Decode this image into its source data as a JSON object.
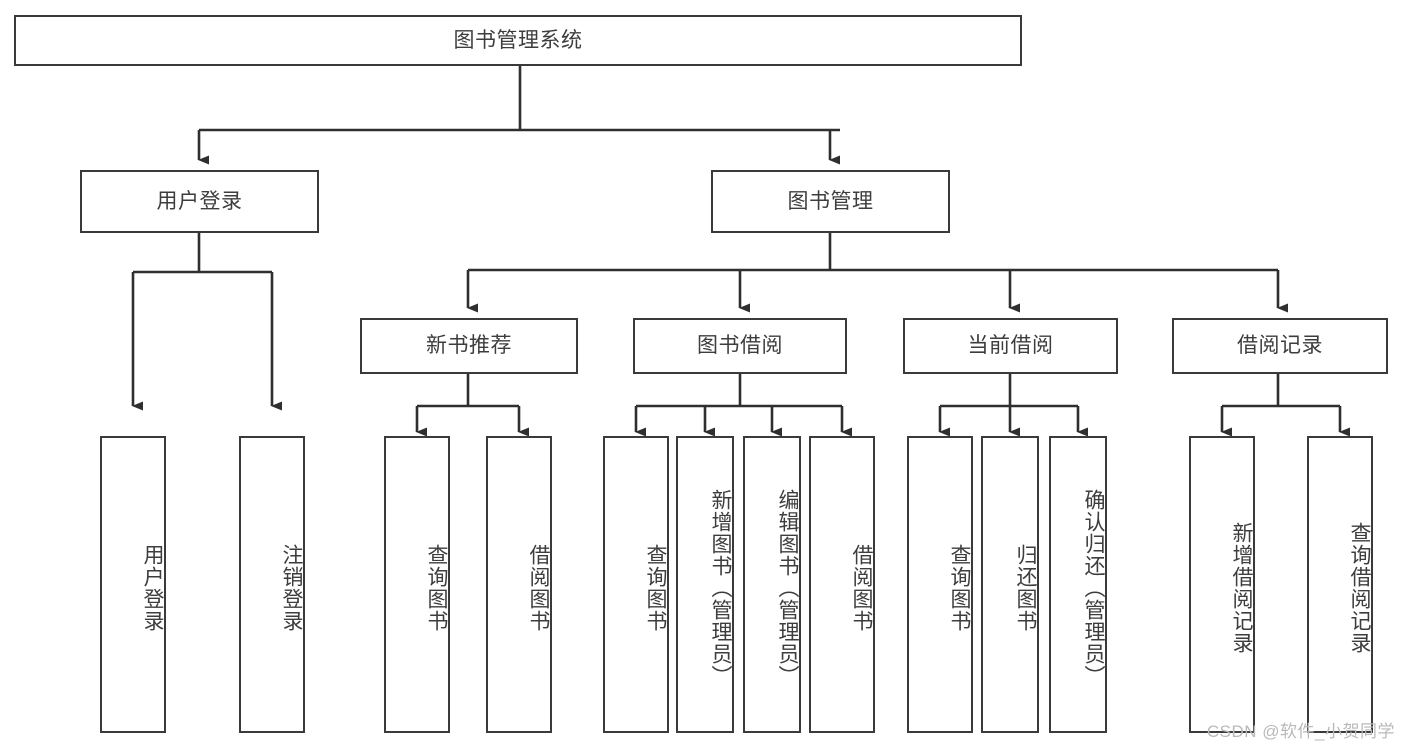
{
  "diagram": {
    "title": "图书管理系统",
    "watermark": "CSDN @软件_小贺同学",
    "colors": {
      "box_border": "#3a3a3a",
      "box_fill": "#ffffff",
      "connector": "#2f2f2f",
      "text": "#3d3d3d",
      "watermark": "#b9b9b9",
      "background": "#ffffff"
    },
    "root": {
      "label": "图书管理系统"
    },
    "level1": [
      {
        "label": "用户登录"
      },
      {
        "label": "图书管理"
      }
    ],
    "level2": [
      {
        "label": "新书推荐"
      },
      {
        "label": "图书借阅"
      },
      {
        "label": "当前借阅"
      },
      {
        "label": "借阅记录"
      }
    ],
    "leaves": {
      "user_login": [
        {
          "label": "用户登录"
        },
        {
          "label": "注销登录"
        }
      ],
      "new_book_recommend": [
        {
          "label": "查询图书"
        },
        {
          "label": "借阅图书"
        }
      ],
      "book_borrow": [
        {
          "label": "查询图书"
        },
        {
          "label": "新增图书（管理员）"
        },
        {
          "label": "编辑图书（管理员）"
        },
        {
          "label": "借阅图书"
        }
      ],
      "current_borrow": [
        {
          "label": "查询图书"
        },
        {
          "label": "归还图书"
        },
        {
          "label": "确认归还（管理员）"
        }
      ],
      "borrow_record": [
        {
          "label": "新增借阅记录"
        },
        {
          "label": "查询借阅记录"
        }
      ]
    }
  }
}
